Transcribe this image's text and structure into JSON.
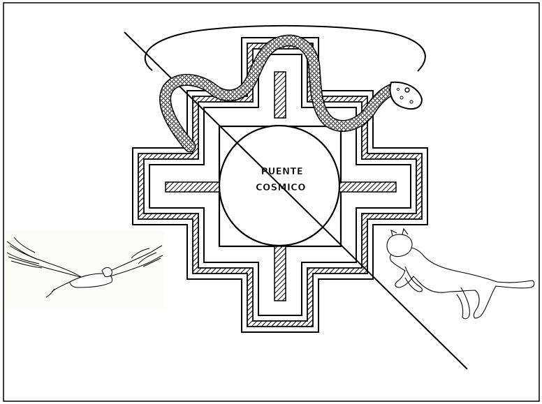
{
  "center_label": {
    "line1": "PUENTE",
    "line2": "COSMICO"
  },
  "figures": {
    "snake": "snake",
    "condor": "condor",
    "puma": "puma"
  },
  "colors": {
    "ink": "#000000",
    "background": "#ffffff",
    "border": "#000000"
  }
}
